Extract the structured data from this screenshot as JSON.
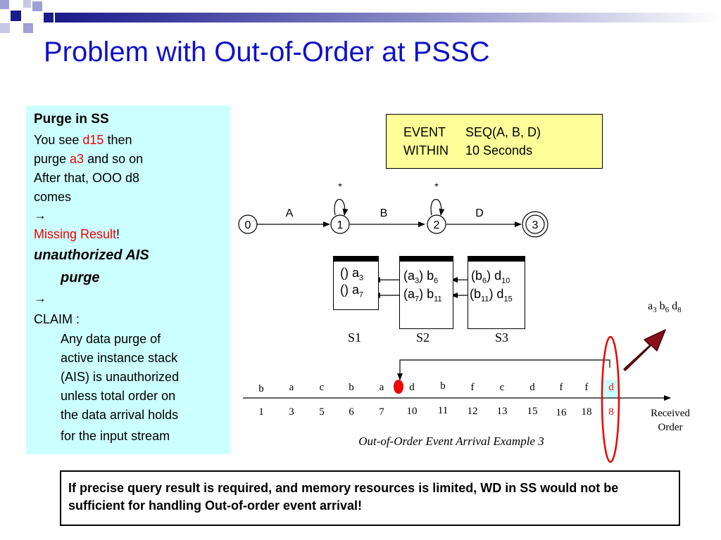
{
  "title": "Problem with Out-of-Order at PSSC",
  "left_panel": {
    "heading": "Purge in SS",
    "l1a": "You see ",
    "l1b": "d15",
    "l1c": " then",
    "l2a": "purge ",
    "l2b": "a3",
    "l2c": " and so on",
    "l3": "After that, OOO d8",
    "l4": "comes",
    "arrow": "→",
    "missing": "Missing Result",
    "excl": "!",
    "bi1": "unauthorized AIS",
    "bi2": "purge",
    "claim": "CLAIM :",
    "claim_lines": [
      "Any data purge of",
      "active instance stack",
      "(AIS) is unauthorized",
      "unless total order on",
      "the data arrival holds",
      "for the input stream"
    ]
  },
  "query": {
    "k1": "EVENT",
    "v1": "SEQ(A, B, D)",
    "k2": "WITHIN",
    "v2": "10 Seconds"
  },
  "automaton": {
    "states": [
      "0",
      "1",
      "2",
      "3"
    ],
    "edges": [
      "A",
      "B",
      "D"
    ],
    "loop_label": "*"
  },
  "stacks": [
    {
      "label": "S1",
      "entries": [
        {
          "t": "() a",
          "s": "3"
        },
        {
          "t": "() a",
          "s": "7"
        }
      ]
    },
    {
      "label": "S2",
      "entries": [
        {
          "t": "(a",
          "s": "3",
          "t2": ") b",
          "s2": "6"
        },
        {
          "t": "(a",
          "s": "7",
          "t2": ") b",
          "s2": "11"
        }
      ]
    },
    {
      "label": "S3",
      "entries": [
        {
          "t": "(b",
          "s": "6",
          "t2": ") d",
          "s2": "10"
        },
        {
          "t": "(b",
          "s": "11",
          "t2": ") d",
          "s2": "15"
        }
      ]
    }
  ],
  "result": {
    "a": "a",
    "as": "3",
    "b": " b",
    "bs": "6",
    "d": " d",
    "ds": "8"
  },
  "timeline": {
    "events": [
      "b",
      "a",
      "c",
      "b",
      "a",
      "d",
      "b",
      "f",
      "c",
      "d",
      "f",
      "f",
      "d"
    ],
    "times": [
      "1",
      "3",
      "5",
      "6",
      "7",
      "10",
      "11",
      "12",
      "13",
      "15",
      "16",
      "18",
      "8"
    ],
    "axis_label_1": "Received",
    "axis_label_2": "Order",
    "caption": "Out-of-Order Event Arrival Example 3",
    "colors": {
      "normal": "#000000",
      "ooo": "#ee0000",
      "highlight": "#ccffff"
    }
  },
  "bottom_note": "If precise query result is required, and memory resources is limited, WD in SS would not be sufficient for handling Out-of-order event arrival!"
}
